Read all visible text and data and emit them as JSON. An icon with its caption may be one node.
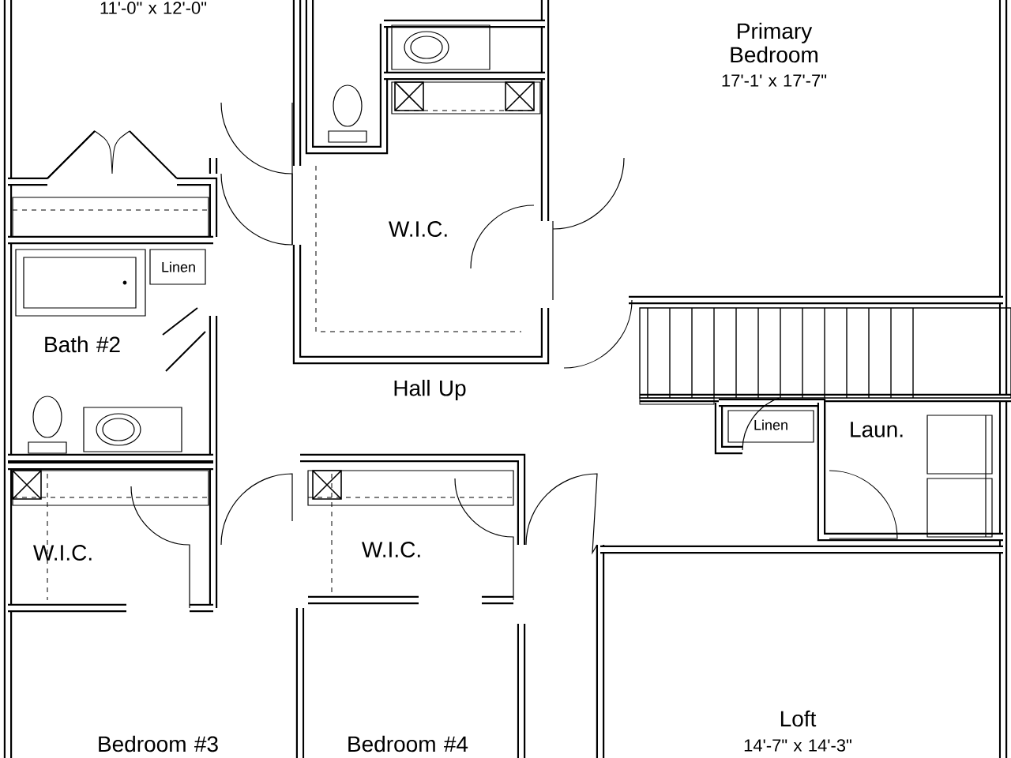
{
  "diagram": {
    "labels": [
      "11'-0\" x 12'-0\"",
      "Primary Bedroom",
      "17'-1' x 17'-7\"",
      "W.I.C.",
      "Linen",
      "Bath #2",
      "Hall Up",
      "Linen",
      "Laun.",
      "W.I.C.",
      "W.I.C.",
      "Loft",
      "14'-7\" x 14'-3\"",
      "Bedroom #3",
      "Bedroom #4"
    ]
  }
}
